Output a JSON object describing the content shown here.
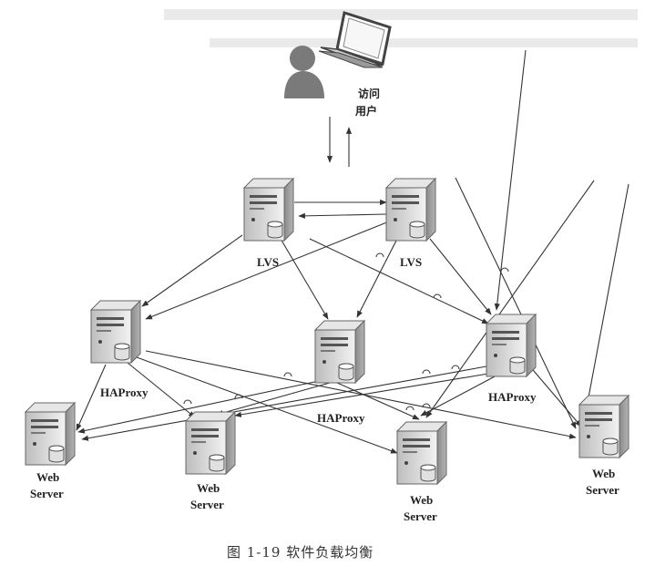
{
  "user": {
    "label_line1": "访问",
    "label_line2": "用户"
  },
  "nodes": {
    "lvs1": {
      "label": "LVS"
    },
    "lvs2": {
      "label": "LVS"
    },
    "haproxy1": {
      "label": "HAProxy"
    },
    "haproxy2": {
      "label": "HAProxy"
    },
    "haproxy3": {
      "label": "HAProxy"
    },
    "web1": {
      "line1": "Web",
      "line2": "Server"
    },
    "web2": {
      "line1": "Web",
      "line2": "Server"
    },
    "web3": {
      "line1": "Web",
      "line2": "Server"
    },
    "web4": {
      "line1": "Web",
      "line2": "Server"
    }
  },
  "caption": "图 1-19   软件负载均衡"
}
